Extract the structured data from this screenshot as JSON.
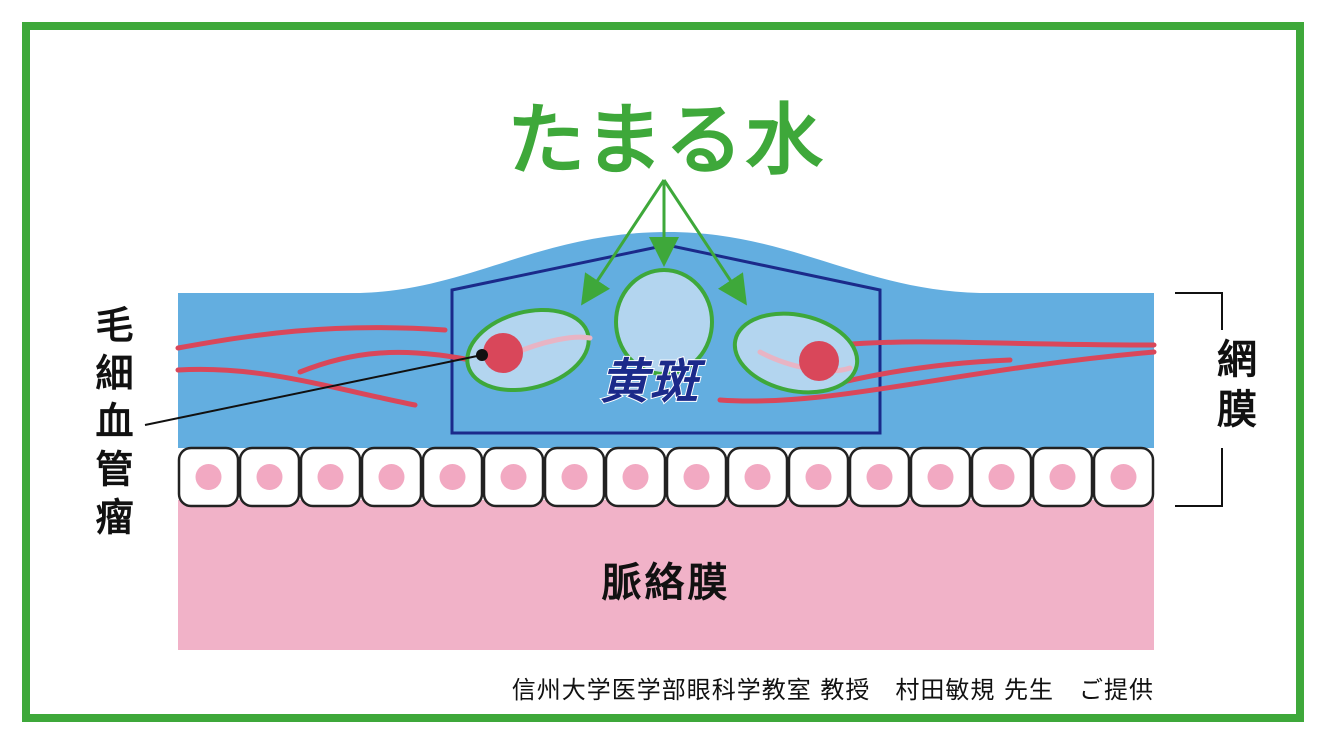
{
  "title": "たまる水",
  "labels": {
    "aneurysm": "毛細血管瘤",
    "retina": "網膜",
    "macula": "黄斑",
    "choroid": "脈絡膜"
  },
  "credit": "信州大学医学部眼科学教室 教授　村田敏規 先生　ご提供",
  "colors": {
    "frame": "#3ea83a",
    "retina": "#63aee0",
    "choroid": "#f1b2c8",
    "vessel": "#d9475a",
    "macula_outline": "#1b2a8a",
    "fluid": "#b3d5ef",
    "cell_nucleus": "#f2a9c2"
  }
}
